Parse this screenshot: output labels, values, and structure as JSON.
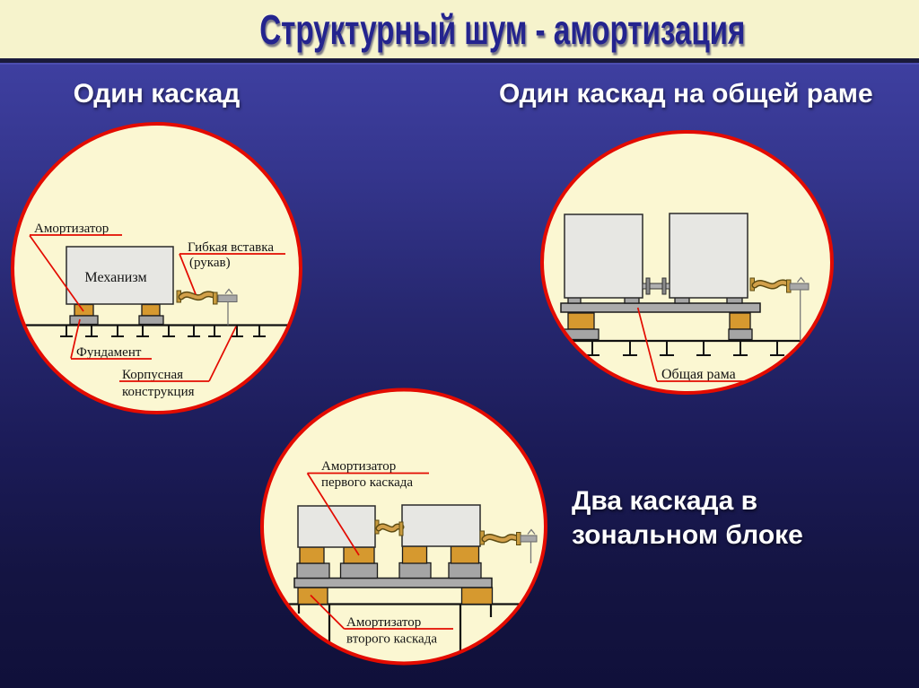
{
  "title": "Структурный шум - амортизация",
  "headings": {
    "one_cascade": "Один каскад",
    "one_cascade_common_frame": "Один каскад на общей раме",
    "two_cascades_line1": "Два каскада в",
    "two_cascades_line2": "зональном блоке"
  },
  "circle_one_cascade": {
    "labels": {
      "shock_absorber": "Амортизатор",
      "mechanism": "Механизм",
      "flexible_insert_line1": "Гибкая вставка",
      "flexible_insert_line2": "(рукав)",
      "foundation": "Фундамент",
      "hull_structure_line1": "Корпусная",
      "hull_structure_line2": "конструкция"
    }
  },
  "circle_common_frame": {
    "labels": {
      "common_frame": "Общая рама"
    }
  },
  "circle_two_cascades": {
    "labels": {
      "first_cascade_line1": "Амортизатор",
      "first_cascade_line2": "первого каскада",
      "second_cascade_line1": "Амортизатор",
      "second_cascade_line2": "второго каскада"
    }
  },
  "colors": {
    "band_cream": "#f6f3cc",
    "title_blue": "#24248e",
    "background_top": "#3e3fa0",
    "background_bottom": "#10103a",
    "circle_fill": "#fbf7d2",
    "circle_border_red": "#e30b00",
    "annotation_red": "#e30b00",
    "absorber_orange": "#d6992f",
    "metal_gray": "#a5a5a5",
    "machine_gray": "#e7e7e3",
    "hose_tan": "#d2a04a"
  }
}
